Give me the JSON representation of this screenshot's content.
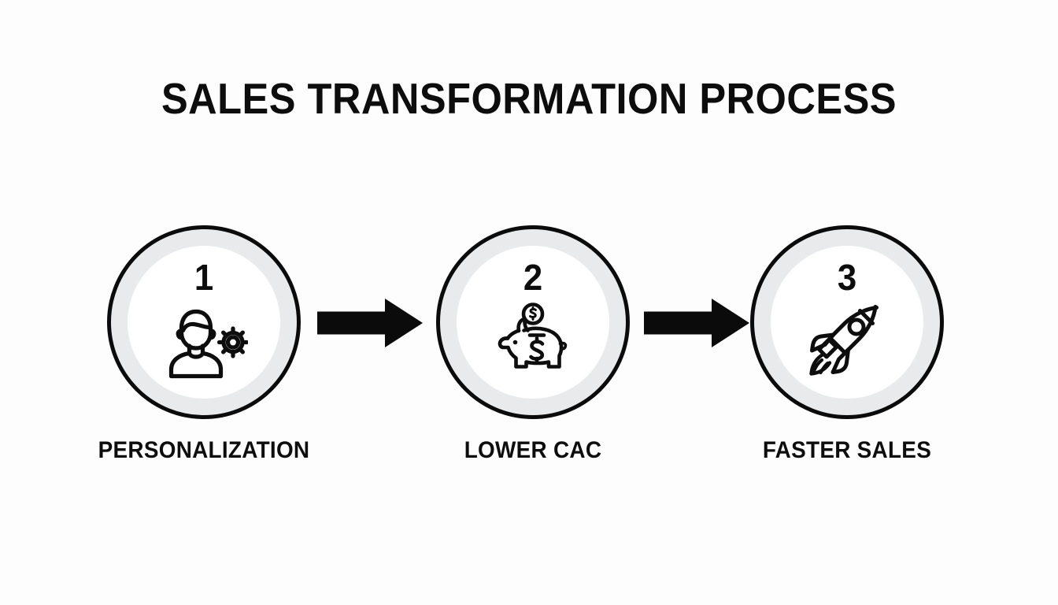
{
  "slide": {
    "title": "SALES TRANSFORMATION PROCESS",
    "background_color": "#fdfdfd",
    "text_color": "#0d0d0d",
    "ring_color": "#e9eaeb",
    "outline_color": "#0b0b0b"
  },
  "steps": [
    {
      "number": "1",
      "label": "PERSONALIZATION",
      "icon": "person-gear-icon"
    },
    {
      "number": "2",
      "label": "LOWER CAC",
      "icon": "piggy-bank-coin-icon"
    },
    {
      "number": "3",
      "label": "FASTER SALES",
      "icon": "rocket-icon"
    }
  ],
  "arrows": [
    {
      "name": "arrow-right-icon"
    },
    {
      "name": "arrow-right-icon"
    }
  ]
}
